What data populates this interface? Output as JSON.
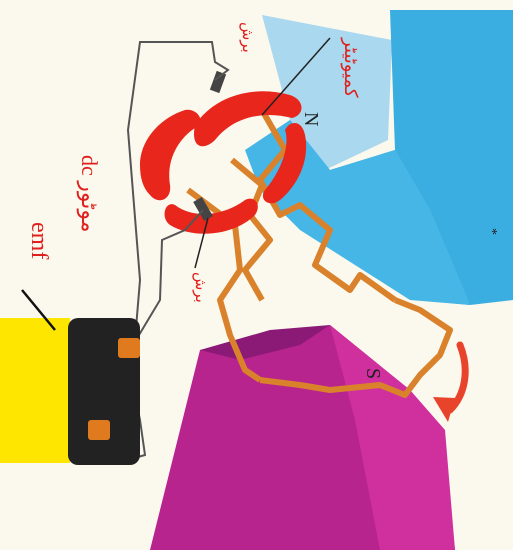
{
  "labels": {
    "commutator": "کمیوٹیٹر",
    "brush_top": "برش",
    "brush_bottom": "برش",
    "motor": "dc موٹور",
    "emf": "emf",
    "north": "N",
    "south": "S",
    "stray_mark": "*"
  },
  "colors": {
    "magnet_north": "#3aaee0",
    "magnet_north_light": "#a9d8ef",
    "magnet_south": "#b8248e",
    "magnet_south_dark": "#8a1a76",
    "commutator": "#e8261c",
    "coil": "#d9822b",
    "battery_body": "#222222",
    "battery_cap": "#ffe600",
    "terminal": "#e07a1f",
    "wire": "#555555",
    "arrow": "#e8442b",
    "label_text": "#e0201c"
  }
}
